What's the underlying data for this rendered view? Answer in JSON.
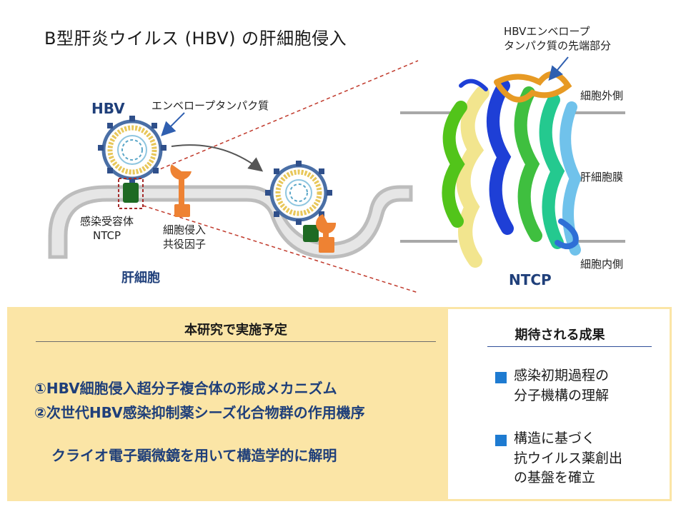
{
  "title": "B型肝炎ウイルス (HBV) の肝細胞侵入",
  "diagram": {
    "hbv_label": "HBV",
    "envelope_label": "エンベロープタンパク質",
    "receptor_label_line1": "感染受容体",
    "receptor_label_line2": "NTCP",
    "cofactor_label_line1": "細胞侵入",
    "cofactor_label_line2": "共役因子",
    "hepatocyte_label": "肝細胞",
    "tip_label_line1": "HBVエンベロープ",
    "tip_label_line2": "タンパク質の先端部分",
    "outside_label": "細胞外側",
    "membrane_label": "肝細胞膜",
    "inside_label": "細胞内側",
    "ntcp_label": "NTCP",
    "colors": {
      "membrane": "#bdbdbd",
      "receptor": "#1e6a23",
      "cofactor": "#ee8233",
      "virus_shell": "#4a6fa6",
      "virus_core": "#e8c75a",
      "dashed_link": "#c0392b"
    }
  },
  "plan": {
    "heading": "本研究で実施予定",
    "items": [
      "①HBV細胞侵入超分子複合体の形成メカニズム",
      "②次世代HBV感染抑制薬シーズ化合物群の作用機序",
      "クライオ電子顕微鏡を用いて構造学的に解明"
    ]
  },
  "expected": {
    "heading": "期待される成果",
    "item1_line1": "感染初期過程の",
    "item1_line2": "分子機構の理解",
    "item2_line1": "構造に基づく",
    "item2_line2": "抗ウイルス薬創出",
    "item2_line3": "の基盤を確立"
  }
}
